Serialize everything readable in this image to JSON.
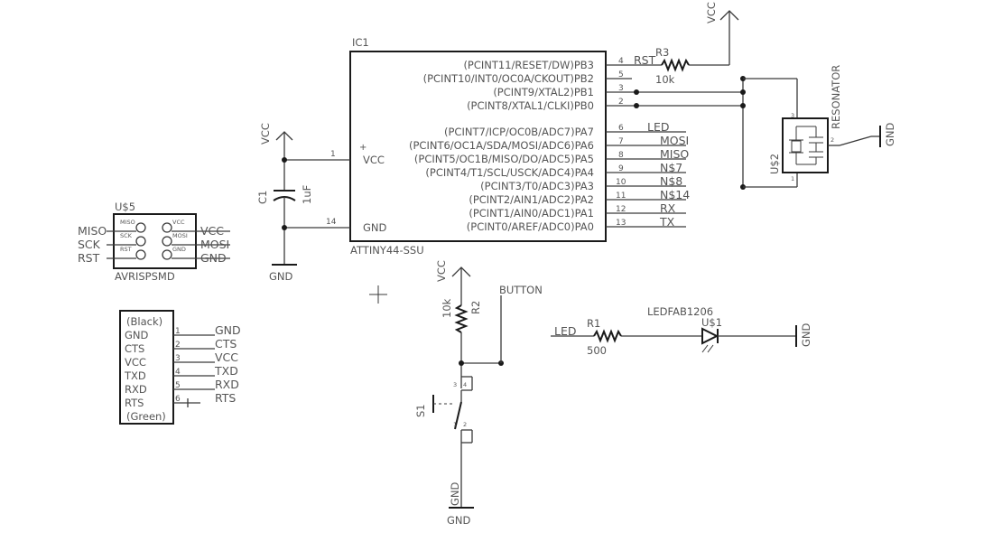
{
  "ic1": {
    "ref": "IC1",
    "part": "ATTINY44-SSU",
    "vcc_label": "VCC",
    "gnd_label": "GND",
    "plus": "+",
    "left_pins": [
      {
        "num": "1"
      },
      {
        "num": "14"
      }
    ],
    "right_pins": [
      {
        "name": "(PCINT11/RESET/DW)PB3",
        "num": "4",
        "net": "RST"
      },
      {
        "name": "(PCINT10/INT0/OC0A/CKOUT)PB2",
        "num": "5",
        "net": ""
      },
      {
        "name": "(PCINT9/XTAL2)PB1",
        "num": "3",
        "net": ""
      },
      {
        "name": "(PCINT8/XTAL1/CLKI)PB0",
        "num": "2",
        "net": ""
      },
      {
        "name": "(PCINT7/ICP/OC0B/ADC7)PA7",
        "num": "6",
        "net": "LED"
      },
      {
        "name": "(PCINT6/OC1A/SDA/MOSI/ADC6)PA6",
        "num": "7",
        "net": "MOSI"
      },
      {
        "name": "(PCINT5/OC1B/MISO/DO/ADC5)PA5",
        "num": "8",
        "net": "MISO"
      },
      {
        "name": "(PCINT4/T1/SCL/USCK/ADC4)PA4",
        "num": "9",
        "net": "N$7"
      },
      {
        "name": "(PCINT3/T0/ADC3)PA3",
        "num": "10",
        "net": "N$8"
      },
      {
        "name": "(PCINT2/AIN1/ADC2)PA2",
        "num": "11",
        "net": "N$14"
      },
      {
        "name": "(PCINT1/AIN0/ADC1)PA1",
        "num": "12",
        "net": "RX"
      },
      {
        "name": "(PCINT0/AREF/ADC0)PA0",
        "num": "13",
        "net": "TX"
      }
    ]
  },
  "r3": {
    "ref": "R3",
    "value": "10k",
    "vcc": "VCC"
  },
  "resonator": {
    "ref": "U$2",
    "label": "RESONATOR",
    "pins": [
      "3",
      "2",
      "1"
    ],
    "gnd": "GND"
  },
  "c1": {
    "ref": "C1",
    "value": "1uF",
    "vcc": "VCC",
    "gnd": "GND"
  },
  "u5": {
    "ref": "U$5",
    "part": "AVRISPSMD",
    "left_nets": [
      "MISO",
      "SCK",
      "RST"
    ],
    "right_nets": [
      "VCC",
      "MOSI",
      "GND"
    ],
    "inner_left": [
      "MISO",
      "SCK",
      "RST"
    ],
    "inner_right": [
      "VCC",
      "MOSI",
      "GND"
    ]
  },
  "ftdi": {
    "top": "(Black)",
    "bottom": "(Green)",
    "pins": [
      {
        "name": "GND",
        "num": "1",
        "net": "GND"
      },
      {
        "name": "CTS",
        "num": "2",
        "net": "CTS"
      },
      {
        "name": "VCC",
        "num": "3",
        "net": "VCC"
      },
      {
        "name": "TXD",
        "num": "4",
        "net": "TXD"
      },
      {
        "name": "RXD",
        "num": "5",
        "net": "RXD"
      },
      {
        "name": "RTS",
        "num": "6",
        "net": "RTS"
      }
    ]
  },
  "r2": {
    "ref": "R2",
    "value": "10k",
    "vcc": "VCC",
    "net": "BUTTON"
  },
  "s1": {
    "ref": "S1",
    "pins": [
      "3",
      "4",
      "1",
      "2"
    ],
    "gnd1": "GND",
    "gnd2": "GND"
  },
  "led": {
    "net": "LED",
    "r_ref": "R1",
    "r_value": "500",
    "part": "LEDFAB1206",
    "ref": "U$1",
    "gnd": "GND"
  }
}
